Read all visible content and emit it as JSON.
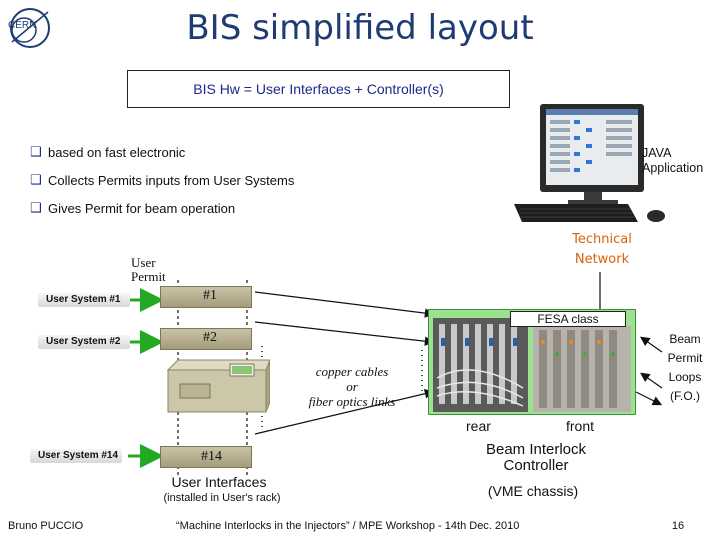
{
  "header": {
    "title": "BIS simplified layout",
    "logo_text": "CERN"
  },
  "definition": "BIS Hw = User Interfaces + Controller(s)",
  "bullets": [
    "based on fast electronic",
    "Collects Permits inputs from User Systems",
    "Gives Permit for beam operation"
  ],
  "java_label": "JAVA Application",
  "technical_network": "Technical Network",
  "user_permit": "User Permit",
  "user_systems": [
    "User System #1",
    "User System #2",
    "User System #14"
  ],
  "channels": [
    "#1",
    "#2",
    "#14"
  ],
  "cables": {
    "line1": "copper cables",
    "line2": "or",
    "line3": "fiber optics links"
  },
  "user_interfaces": {
    "label": "User Interfaces",
    "note": "(installed in User's rack)"
  },
  "fesa_class": "FESA class",
  "beam_permit_loops": "Beam Permit Loops (F.O.)",
  "rear_label": "rear",
  "front_label": "front",
  "controller": {
    "title": "Beam Interlock Controller",
    "chassis": "(VME chassis)"
  },
  "footer": {
    "author": "Bruno PUCCIO",
    "event": "“Machine Interlocks in the Injectors” / MPE Workshop - 14th Dec. 2010",
    "page": "16"
  },
  "colors": {
    "title": "#1f3b73",
    "accent_text": "#1a2a8a",
    "green_arrow": "#22aa22",
    "green_panel": "#9be28f",
    "orange": "#d8620b"
  }
}
